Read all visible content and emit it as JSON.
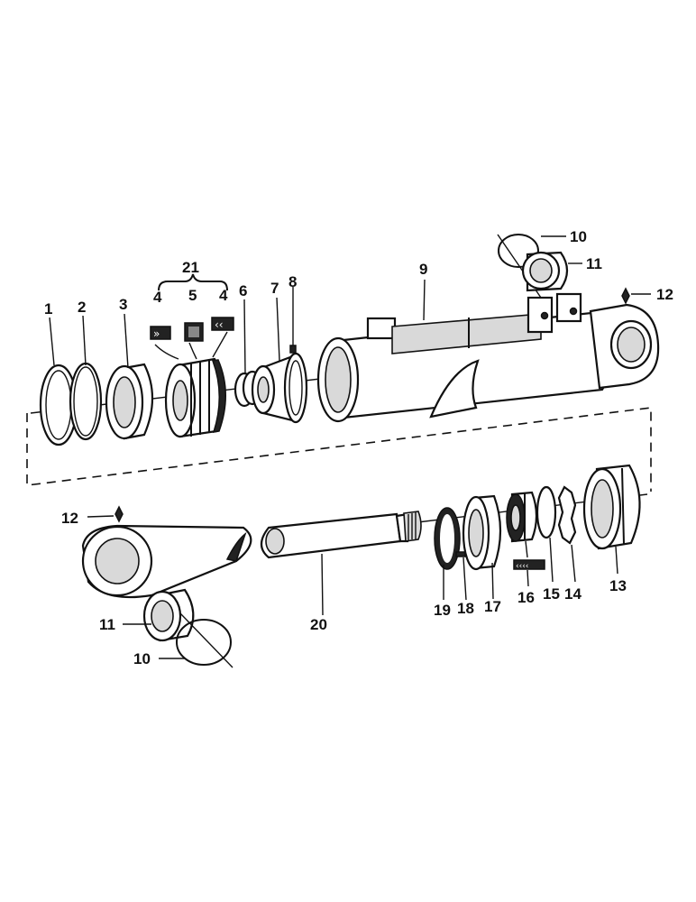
{
  "colors": {
    "ink": "#111111",
    "shade": "#d9d9d9",
    "paper": "#ffffff"
  },
  "callouts": {
    "c1": "1",
    "c2": "2",
    "c3": "3",
    "c4a": "4",
    "c5": "5",
    "c4b": "4",
    "c6": "6",
    "c7": "7",
    "c8": "8",
    "c9": "9",
    "c10a": "10",
    "c11a": "11",
    "c12a": "12",
    "c21": "21",
    "c12b": "12",
    "c11b": "11",
    "c10b": "10",
    "c20": "20",
    "c19": "19",
    "c18": "18",
    "c17": "17",
    "c16": "16",
    "c15": "15",
    "c14": "14",
    "c13": "13"
  }
}
